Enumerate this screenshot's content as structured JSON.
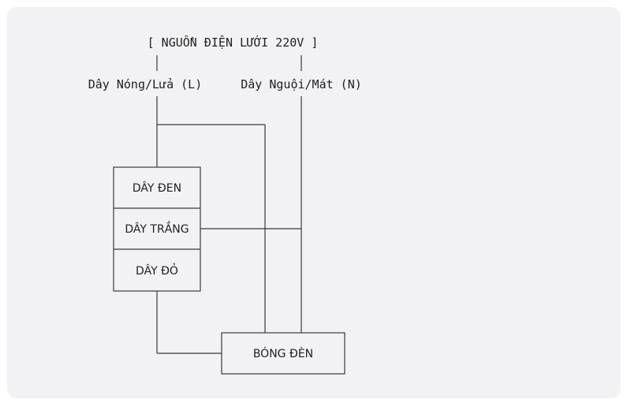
{
  "title": "[ NGUỒN ĐIỆN LƯỚI 220V ]",
  "labels": {
    "live": "Dây Nóng/Lửa (L)",
    "neutral": "Dây Nguội/Mát (N)"
  },
  "switch_wires": {
    "black": "DÂY ĐEN",
    "white": "DÂY TRẮNG",
    "red": "DÂY ĐỎ"
  },
  "lamp": "BÓNG ĐÈN"
}
